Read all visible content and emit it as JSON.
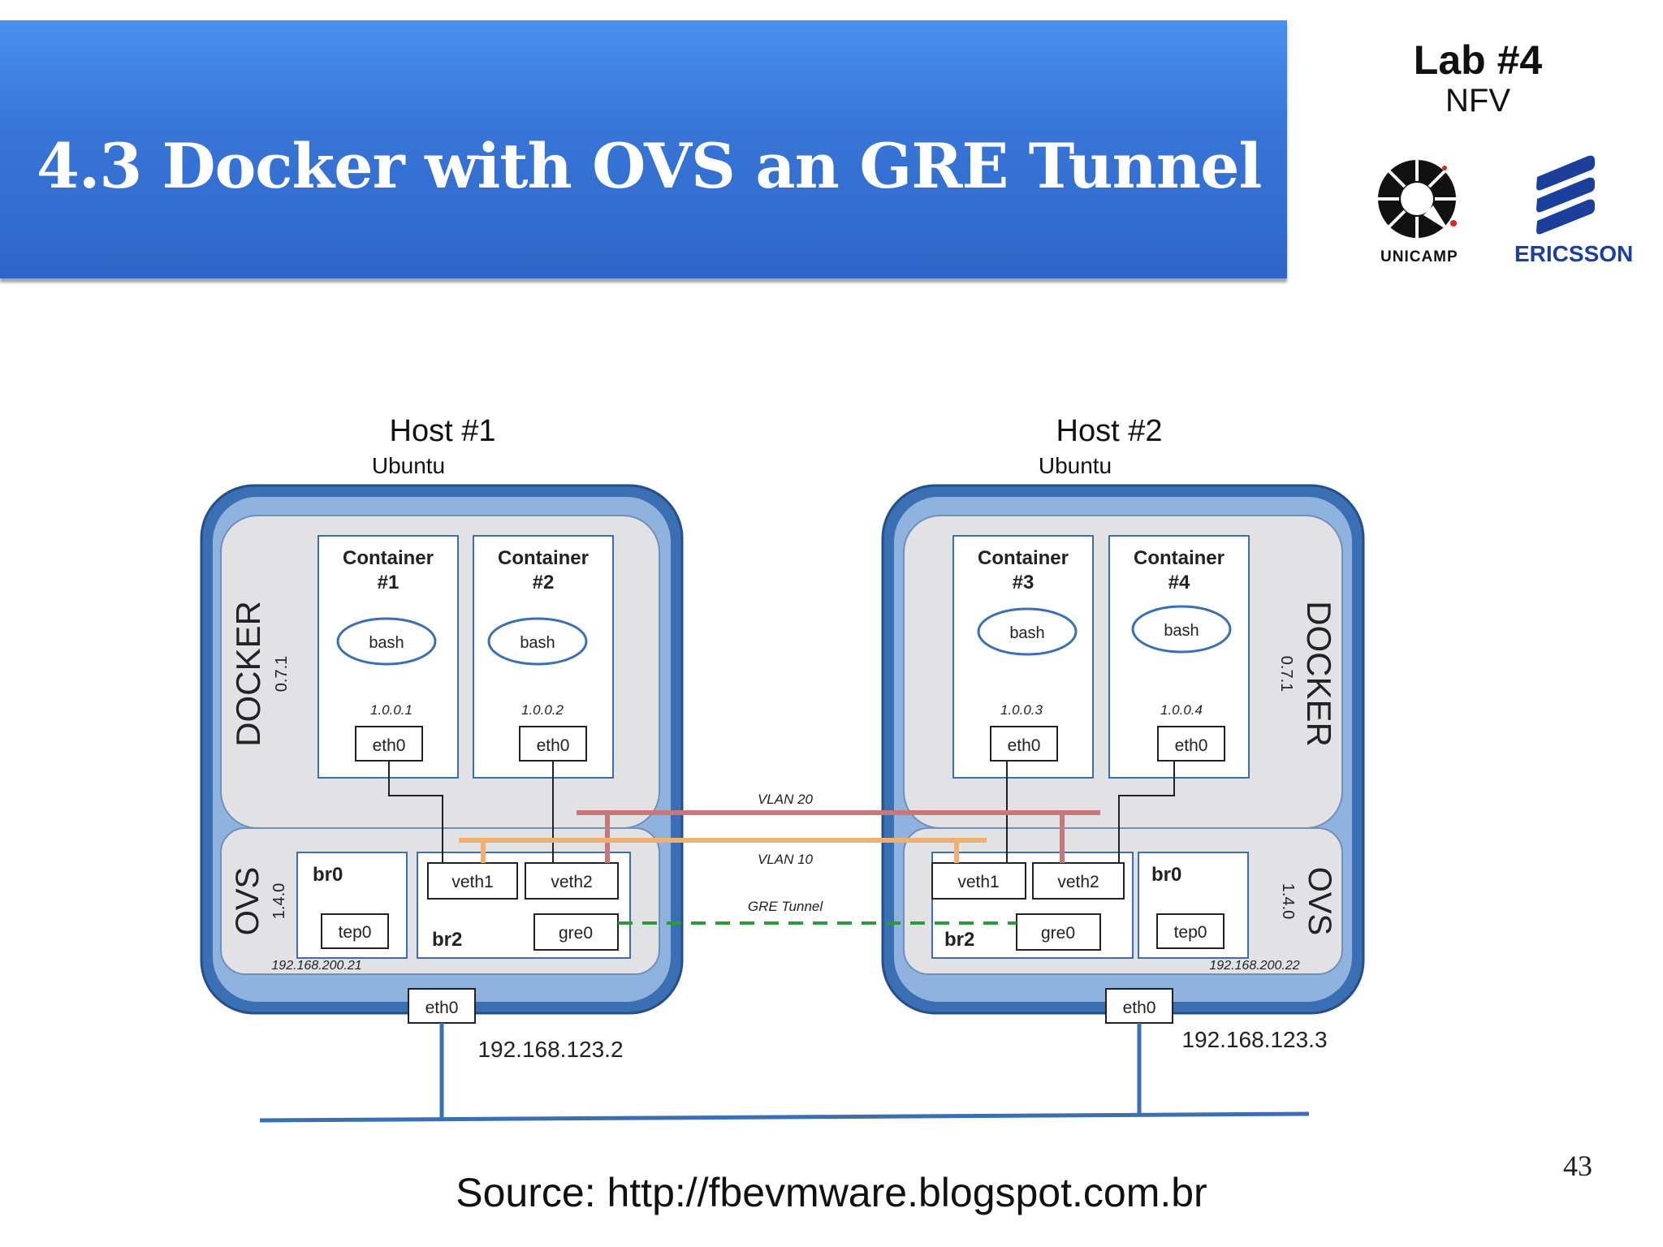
{
  "slide": {
    "title": "4.3 Docker with OVS an GRE Tunnel",
    "lab_title": "Lab #4",
    "lab_subtitle": "NFV",
    "source": "Source: http://fbevmware.blogspot.com.br",
    "page_number": "43"
  },
  "logos": {
    "unicamp": "UNICAMP",
    "ericsson": "ERICSSON"
  },
  "colors": {
    "banner": "#3a7be0",
    "vlan20": "#c8787a",
    "vlan10": "#f0b070",
    "gre": "#2a9a3a",
    "host_frame": "#3a6fb4",
    "ericsson_blue": "#1b3f9a"
  },
  "diagram": {
    "host1": {
      "title": "Host #1",
      "os": "Ubuntu",
      "docker_label": "DOCKER",
      "docker_version": "0.7.1",
      "ovs_label": "OVS",
      "ovs_version": "1.4.0",
      "containers": [
        {
          "name": "Container",
          "num": "#1",
          "proc": "bash",
          "ip": "1.0.0.1",
          "iface": "eth0"
        },
        {
          "name": "Container",
          "num": "#2",
          "proc": "bash",
          "ip": "1.0.0.2",
          "iface": "eth0"
        }
      ],
      "br0": "br0",
      "tep": "tep0",
      "br2": "br2",
      "veth1": "veth1",
      "veth2": "veth2",
      "gre": "gre0",
      "tep_ip": "192.168.200.21",
      "eth0": "eth0",
      "ip": "192.168.123.2"
    },
    "host2": {
      "title": "Host #2",
      "os": "Ubuntu",
      "docker_label": "DOCKER",
      "docker_version": "0.7.1",
      "ovs_label": "OVS",
      "ovs_version": "1.4.0",
      "containers": [
        {
          "name": "Container",
          "num": "#3",
          "proc": "bash",
          "ip": "1.0.0.3",
          "iface": "eth0"
        },
        {
          "name": "Container",
          "num": "#4",
          "proc": "bash",
          "ip": "1.0.0.4",
          "iface": "eth0"
        }
      ],
      "br0": "br0",
      "tep": "tep0",
      "br2": "br2",
      "veth1": "veth1",
      "veth2": "veth2",
      "gre": "gre0",
      "tep_ip": "192.168.200.22",
      "eth0": "eth0",
      "ip": "192.168.123.3"
    },
    "links": {
      "vlan20": "VLAN 20",
      "vlan10": "VLAN 10",
      "gre": "GRE Tunnel"
    }
  }
}
